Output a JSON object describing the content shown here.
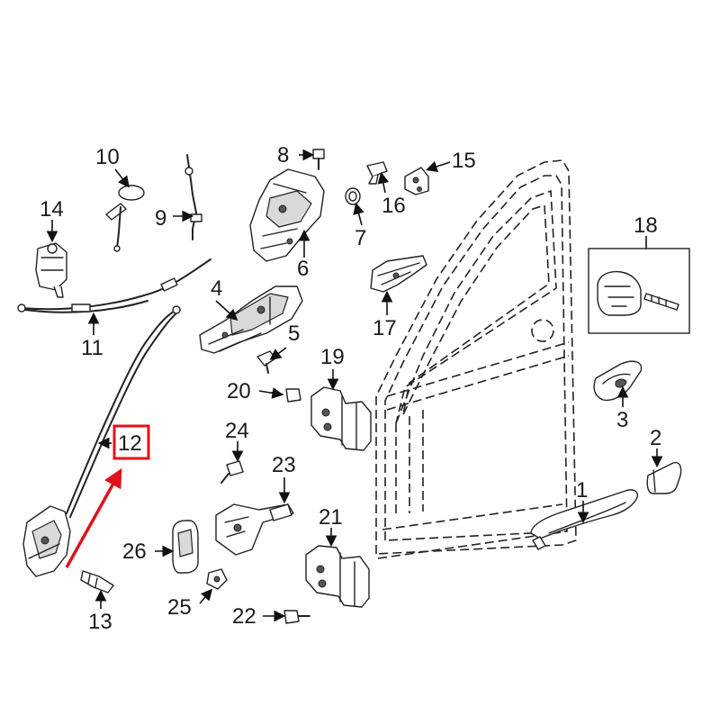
{
  "diagram": {
    "callouts": [
      {
        "id": "1",
        "text": "1"
      },
      {
        "id": "2",
        "text": "2"
      },
      {
        "id": "3",
        "text": "3"
      },
      {
        "id": "4",
        "text": "4"
      },
      {
        "id": "5",
        "text": "5"
      },
      {
        "id": "6",
        "text": "6"
      },
      {
        "id": "7",
        "text": "7"
      },
      {
        "id": "8",
        "text": "8"
      },
      {
        "id": "9",
        "text": "9"
      },
      {
        "id": "10",
        "text": "10"
      },
      {
        "id": "11",
        "text": "11"
      },
      {
        "id": "12",
        "text": "12"
      },
      {
        "id": "13",
        "text": "13"
      },
      {
        "id": "14",
        "text": "14"
      },
      {
        "id": "15",
        "text": "15"
      },
      {
        "id": "16",
        "text": "16"
      },
      {
        "id": "17",
        "text": "17"
      },
      {
        "id": "18",
        "text": "18"
      },
      {
        "id": "19",
        "text": "19"
      },
      {
        "id": "20",
        "text": "20"
      },
      {
        "id": "21",
        "text": "21"
      },
      {
        "id": "22",
        "text": "22"
      },
      {
        "id": "23",
        "text": "23"
      },
      {
        "id": "24",
        "text": "24"
      },
      {
        "id": "25",
        "text": "25"
      },
      {
        "id": "26",
        "text": "26"
      }
    ],
    "highlight": {
      "callout": "12",
      "color": "#e0121b"
    }
  }
}
